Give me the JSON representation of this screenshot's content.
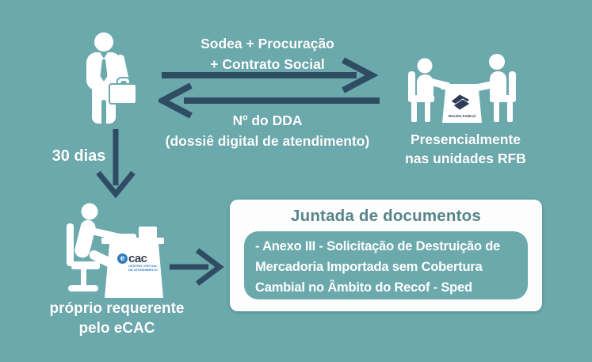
{
  "meta": {
    "type": "process-flow-infographic",
    "colors": {
      "background": "#6BA9AD",
      "arrows": "#2E4D63",
      "figures": "#FFFFFF",
      "box_background": "#FDFDFD",
      "box_title": "#55858B",
      "rfb_logo_navy": "#2D3C59",
      "ecac_blue": "#2F7DC1",
      "ecac_dark": "#3A4150"
    }
  },
  "labels": {
    "sodea": {
      "line1": "Sodea + Procuração",
      "line2": "+ Contrato Social"
    },
    "dda": {
      "line1": "Nº do DDA",
      "line2": "(dossiê digital de atendimento)"
    },
    "prazo": "30 dias",
    "presencial": {
      "line1": "Presencialmente",
      "line2": "nas unidades RFB"
    },
    "requerente": {
      "line1": "próprio requerente",
      "line2": "pelo eCAC"
    }
  },
  "doc_box": {
    "title": "Juntada de documentos",
    "lines": [
      "- Anexo III - Solicitação de Destruição de",
      "Mercadoria Importada sem Cobertura",
      "Cambial no Âmbito do Recof - Sped"
    ]
  },
  "logos": {
    "rfb": {
      "text": "Receita Federal"
    },
    "ecac": {
      "e": "e",
      "cac": "cac",
      "sub1": "CENTRO VIRTUAL",
      "sub2": "DE ATENDIMENTO"
    }
  },
  "icons": {
    "applicant": "businessman-with-briefcase-icon",
    "meeting": "two-people-at-table-icon",
    "desk": "person-at-computer-desk-icon"
  }
}
